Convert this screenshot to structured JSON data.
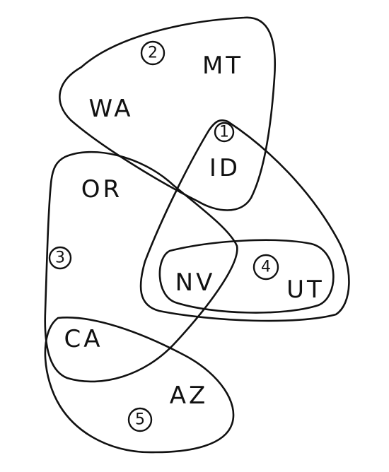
{
  "sets": [
    {
      "id": "set-1",
      "label": "1"
    },
    {
      "id": "set-2",
      "label": "2"
    },
    {
      "id": "set-3",
      "label": "3"
    },
    {
      "id": "set-4",
      "label": "4"
    },
    {
      "id": "set-5",
      "label": "5"
    }
  ],
  "states": {
    "mt": "MT",
    "wa": "WA",
    "id": "ID",
    "or": "OR",
    "nv": "NV",
    "ut": "UT",
    "ca": "CA",
    "az": "AZ"
  }
}
